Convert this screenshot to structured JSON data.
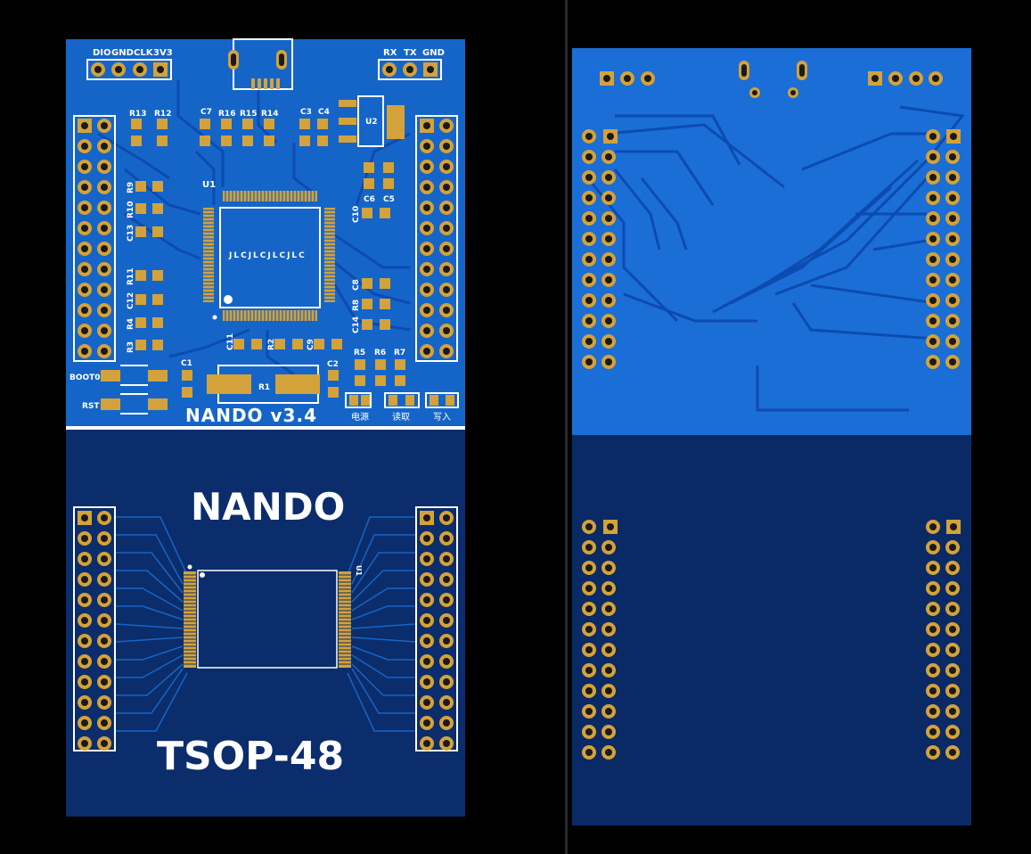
{
  "colors": {
    "background": "#000000",
    "separator": "#2a2a2a",
    "board_top": "#1565c8",
    "board_bottom": "#0b2d6b",
    "back_top": "#1a6ed6",
    "back_bottom": "#0a2a66",
    "trace": "#0d4bb0",
    "pad_gold": "#d4a23a",
    "pad_hole": "#1a1a1a",
    "silkscreen": "#ffffff"
  },
  "front_top": {
    "title": "NANDO v3.4",
    "header_left": [
      "DIO",
      "GND",
      "CLK",
      "3V3"
    ],
    "header_right": [
      "RX",
      "TX",
      "GND"
    ],
    "buttons": [
      "BOOT0",
      "RST"
    ],
    "chip_main": "U1",
    "chip_marking": "JLCJLCJLCJLC",
    "regulator": "U2",
    "resistor_main": "R1",
    "leds": [
      "电源",
      "读取",
      "写入"
    ],
    "components_row_top": [
      "R13",
      "R12",
      "C7",
      "R16",
      "R15",
      "R14",
      "C3",
      "C4"
    ],
    "components_left": [
      "R9",
      "R10",
      "C13",
      "R11",
      "C12",
      "R4",
      "R3"
    ],
    "components_right": [
      "C6",
      "C5",
      "C10",
      "C8",
      "R8",
      "C14"
    ],
    "components_bottom": [
      "C11",
      "R2",
      "C9",
      "R5",
      "R6",
      "R7",
      "C1",
      "C2"
    ]
  },
  "front_bottom": {
    "title": "NANDO",
    "package": "TSOP-48",
    "chip": "U1"
  }
}
